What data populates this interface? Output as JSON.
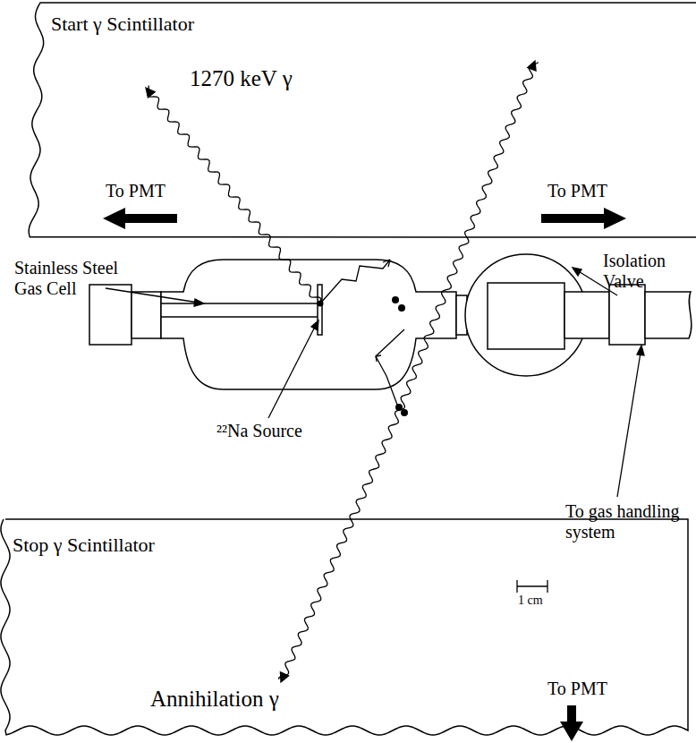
{
  "diagram": {
    "nodes": [
      {
        "text": [
          "Start γ Scintillator"
        ]
      },
      {
        "text": [
          "Stop γ Scintillator"
        ]
      }
    ],
    "labels": [
      "1270 keV γ",
      "To PMT",
      "To PMT",
      "Stainless Steel Gas Cell",
      "Isolation Valve",
      "²²Na Source",
      "To gas handling system",
      "1 cm",
      "To PMT",
      "Annihilation γ"
    ]
  }
}
